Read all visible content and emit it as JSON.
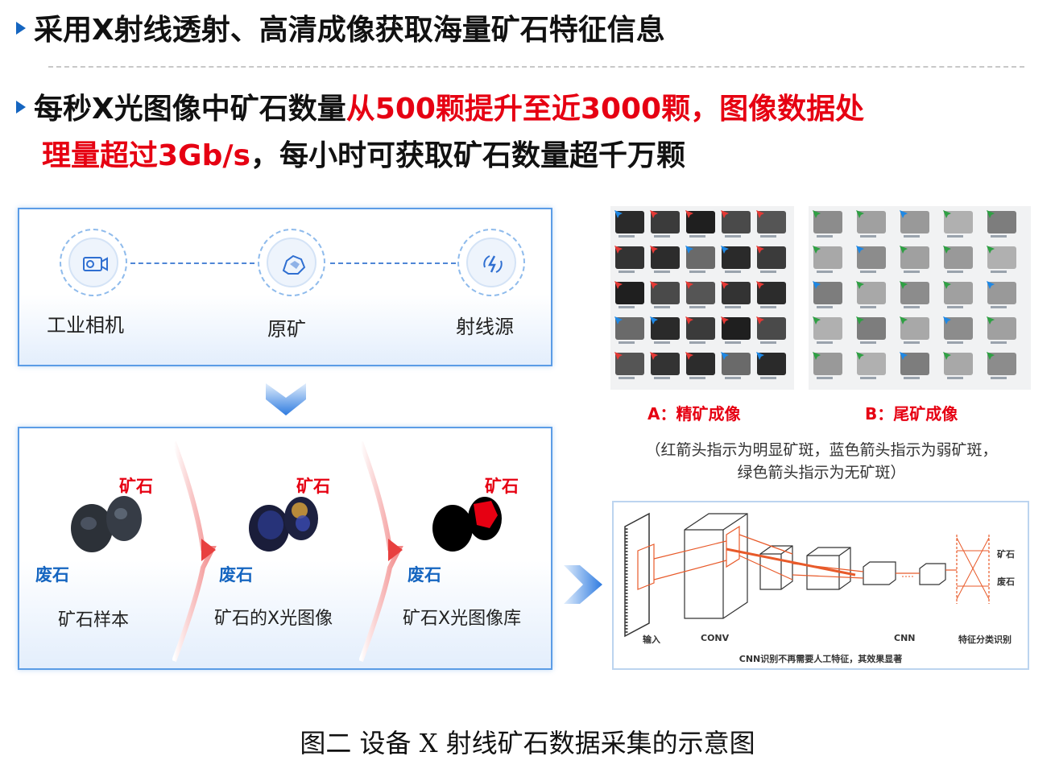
{
  "bullets": {
    "line1": "采用X射线透射、高清成像获取海量矿石特征信息",
    "line2_a": "每秒X光图像中矿石数量",
    "line2_b": "从500颗提升至近3000颗，图像数据处",
    "line3_a": "理量超过3Gb/s",
    "line3_b": "，每小时可获取矿石数量超千万颗"
  },
  "equipment": {
    "camera": "工业相机",
    "ore": "原矿",
    "source": "射线源"
  },
  "steps": {
    "ore_label": "矿石",
    "waste_label": "废石",
    "sample": "矿石样本",
    "xray_image": "矿石的X光图像",
    "image_library": "矿石X光图像库"
  },
  "imaging": {
    "a_caption": "A：精矿成像",
    "b_caption": "B：尾矿成像",
    "legend_line1": "（红箭头指示为明显矿斑，蓝色箭头指示为弱矿斑，",
    "legend_line2": "绿色箭头指示为无矿斑）"
  },
  "cnn": {
    "input": "输入",
    "conv": "CONV",
    "cnn": "CNN",
    "classify": "特征分类识别",
    "out_ore": "矿石",
    "out_waste": "废石",
    "summary": "CNN识别不再需要人工特征，其效果显著"
  },
  "figure_caption": "图二  设备 X 射线矿石数据采集的示意图",
  "colors": {
    "accent_red": "#e60012",
    "accent_blue": "#1565c0",
    "panel_border": "#5b9ce6"
  }
}
